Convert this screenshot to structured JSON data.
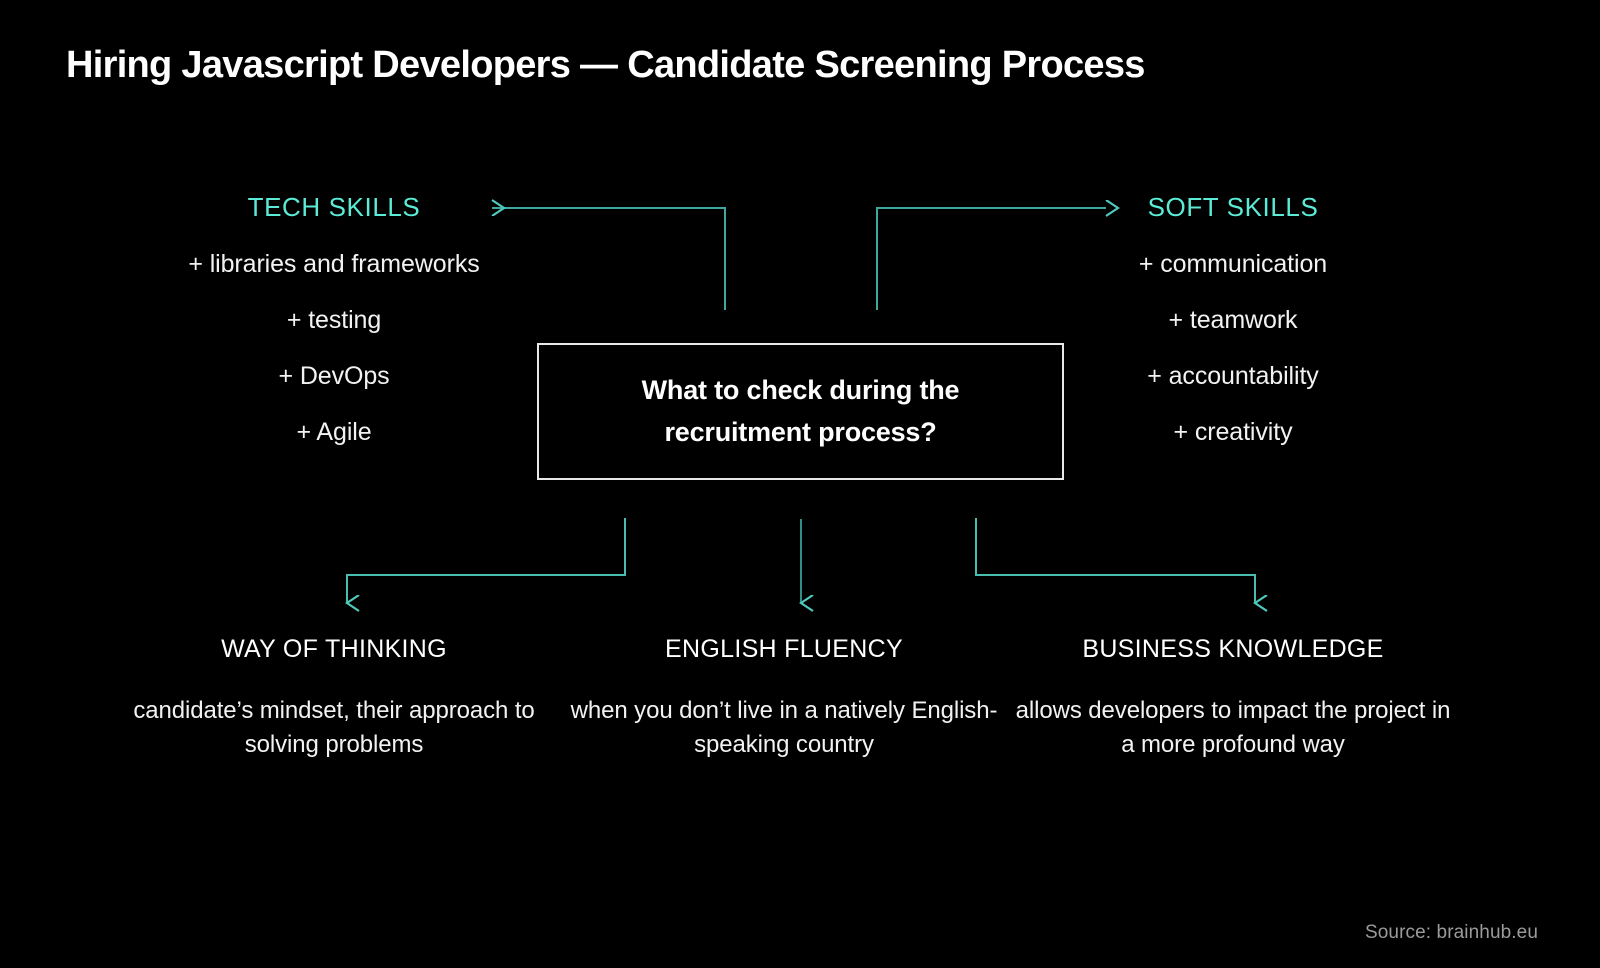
{
  "meta": {
    "background_color": "#000000",
    "accent_color": "#5BEBD6",
    "text_color": "#ffffff",
    "muted_color": "#9b9b9b",
    "connector_color": "#4FC9BC"
  },
  "header": {
    "title": "Hiring Javascript Developers — Candidate Screening Process"
  },
  "center": {
    "question_line1": "What to check during the",
    "question_line2": "recruitment process?"
  },
  "skills": {
    "tech": {
      "heading": "TECH SKILLS",
      "items": [
        "+ libraries and frameworks",
        "+ testing",
        "+ DevOps",
        "+ Agile"
      ]
    },
    "soft": {
      "heading": "SOFT SKILLS",
      "items": [
        "+ communication",
        "+ teamwork",
        "+ accountability",
        "+ creativity"
      ]
    }
  },
  "outcomes": [
    {
      "heading": "WAY OF THINKING",
      "description": "candidate’s mindset, their approach to solving problems"
    },
    {
      "heading": "ENGLISH FLUENCY",
      "description": "when you don’t live in a natively English-speaking country"
    },
    {
      "heading": "BUSINESS KNOWLEDGE",
      "description": "allows developers to impact the project in a more profound way"
    }
  ],
  "footer": {
    "source": "Source: brainhub.eu"
  },
  "connectors": [
    {
      "name": "center-to-tech-skills",
      "direction": "left-up"
    },
    {
      "name": "center-to-soft-skills",
      "direction": "right-up"
    },
    {
      "name": "center-to-way-of-thinking",
      "direction": "left-down"
    },
    {
      "name": "center-to-english-fluency",
      "direction": "down"
    },
    {
      "name": "center-to-business-knowledge",
      "direction": "right-down"
    }
  ]
}
